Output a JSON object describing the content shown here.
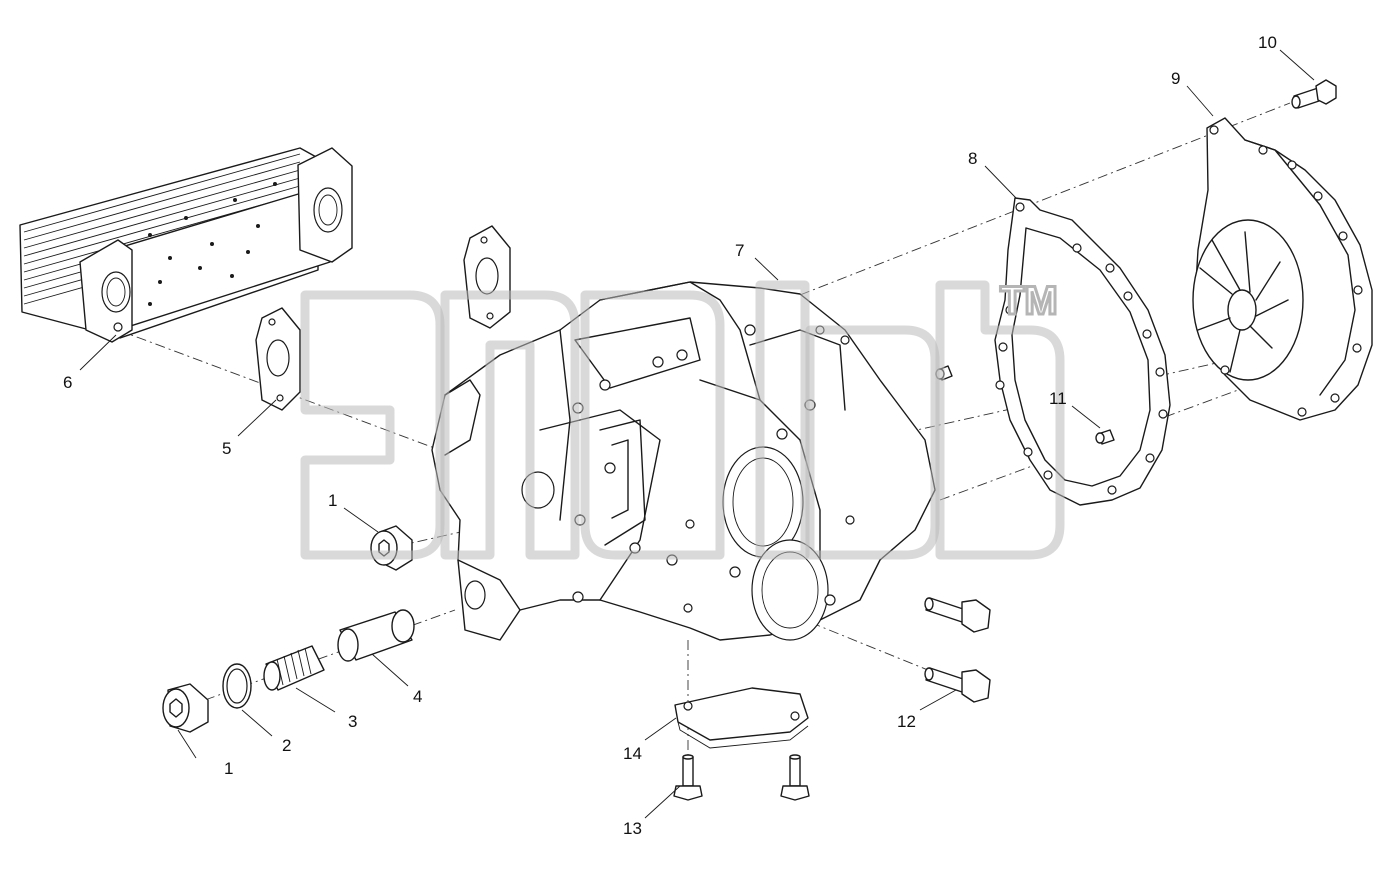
{
  "diagram": {
    "callouts": [
      {
        "id": "c1a",
        "label": "1"
      },
      {
        "id": "c1b",
        "label": "1"
      },
      {
        "id": "c2",
        "label": "2"
      },
      {
        "id": "c3",
        "label": "3"
      },
      {
        "id": "c4",
        "label": "4"
      },
      {
        "id": "c5",
        "label": "5"
      },
      {
        "id": "c6",
        "label": "6"
      },
      {
        "id": "c7",
        "label": "7"
      },
      {
        "id": "c8",
        "label": "8"
      },
      {
        "id": "c9",
        "label": "9"
      },
      {
        "id": "c10",
        "label": "10"
      },
      {
        "id": "c11",
        "label": "11"
      },
      {
        "id": "c12",
        "label": "12"
      },
      {
        "id": "c13",
        "label": "13"
      },
      {
        "id": "c14",
        "label": "14"
      }
    ],
    "watermark": {
      "trademark": "TM"
    }
  }
}
